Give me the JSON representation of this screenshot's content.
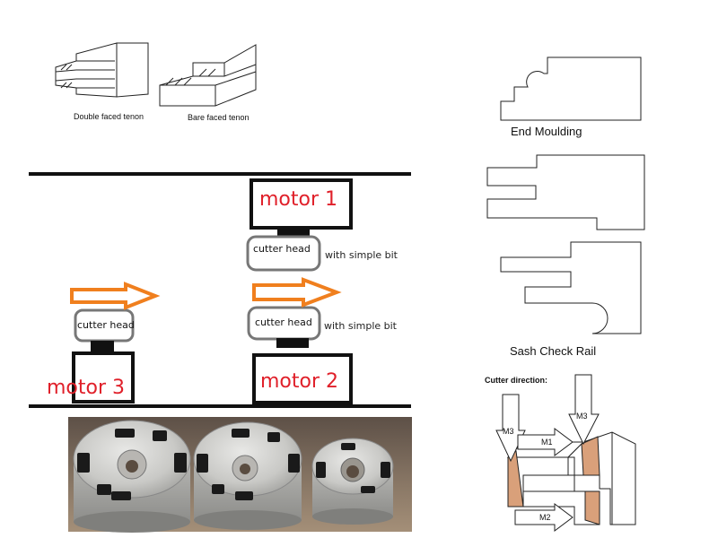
{
  "tenons": {
    "double_label": "Double faced tenon",
    "bare_label": "Bare faced tenon"
  },
  "profiles": {
    "end_moulding_label": "End Moulding",
    "sash_check_rail_label": "Sash Check Rail"
  },
  "motors": {
    "motor1_label": "motor 1",
    "motor2_label": "motor 2",
    "motor3_label": "motor 3",
    "cutter_head_label": "cutter head",
    "simple_bit_label": "with simple bit"
  },
  "cutter_direction": {
    "title": "Cutter direction:",
    "m1": "M1",
    "m2": "M2",
    "m3": "M3"
  },
  "colors": {
    "motor_text": "#e0202a",
    "feed_arrow": "#f07f1e",
    "cut_face": "#d9a07a",
    "photo_bg": "#7b6a5a"
  }
}
